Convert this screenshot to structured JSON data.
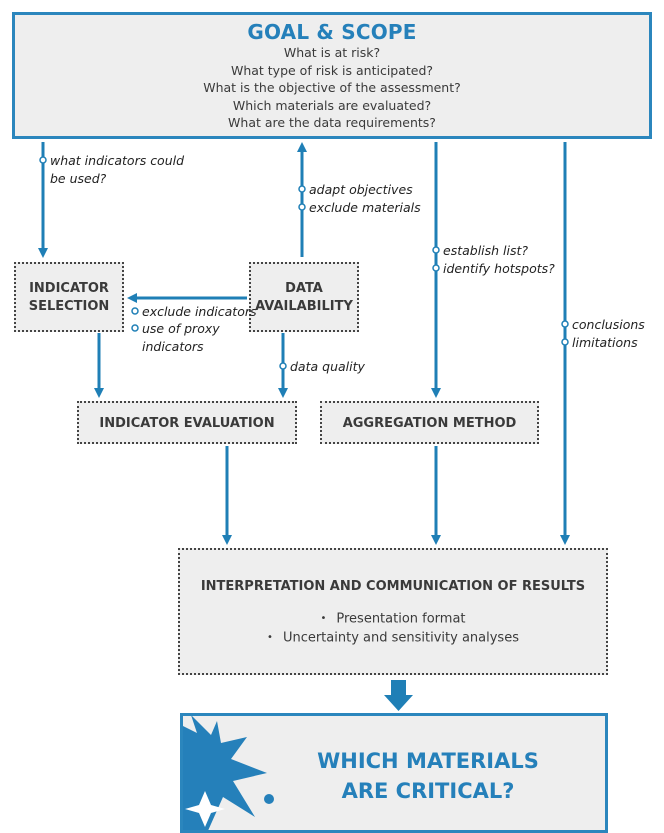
{
  "goal": {
    "title": "GOAL & SCOPE",
    "questions": [
      "What is at risk?",
      "What type of risk is anticipated?",
      "What is the objective of the assessment?",
      "Which materials are evaluated?",
      "What are the data requirements?"
    ]
  },
  "indicator_selection": {
    "line1": "INDICATOR",
    "line2": "SELECTION"
  },
  "data_availability": {
    "line1": "DATA",
    "line2": "AVAILABILITY"
  },
  "indicator_evaluation": {
    "label": "INDICATOR EVALUATION"
  },
  "aggregation_method": {
    "label": "AGGREGATION METHOD"
  },
  "interpretation": {
    "title": "INTERPRETATION AND COMMUNICATION OF RESULTS",
    "bullets": [
      "Presentation format",
      "Uncertainty and sensitivity analyses"
    ]
  },
  "critical": {
    "line1": "WHICH MATERIALS",
    "line2": "ARE CRITICAL?"
  },
  "edge_labels": {
    "what_indicators_1": "what indicators could",
    "what_indicators_2": "be used?",
    "adapt_objectives": "adapt objectives",
    "exclude_materials": "exclude materials",
    "establish_list": "establish list?",
    "identify_hotspots": "identify hotspots?",
    "conclusions": "conclusions",
    "limitations": "limitations",
    "exclude_indicators": "exclude indicators",
    "use_proxy_1": "use of proxy",
    "use_proxy_2": "indicators",
    "data_quality": "data quality"
  },
  "colors": {
    "accent": "#2580ba",
    "box_fill": "#eeeeee",
    "border": "#444444"
  }
}
